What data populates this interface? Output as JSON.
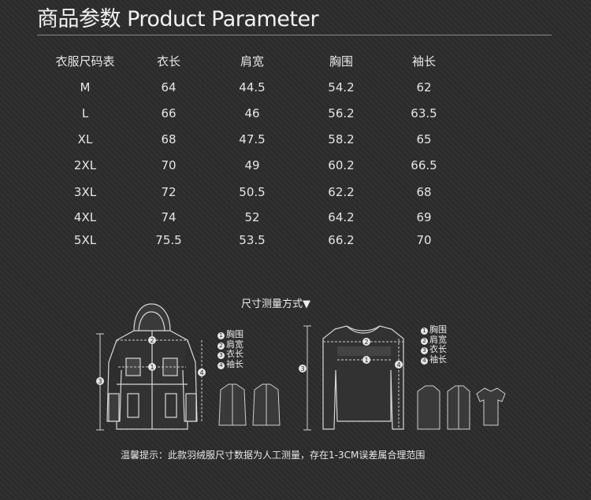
{
  "title": "商品参数 Product Parameter",
  "size_table": {
    "headers": [
      "衣服尺码表",
      "衣长",
      "肩宽",
      "胸围",
      "袖长"
    ],
    "rows": [
      [
        "M",
        "64",
        "44.5",
        "54.2",
        "62"
      ],
      [
        "L",
        "66",
        "46",
        "56.2",
        "63.5"
      ],
      [
        "XL",
        "68",
        "47.5",
        "58.2",
        "65"
      ],
      [
        "2XL",
        "70",
        "49",
        "60.2",
        "66.5"
      ],
      [
        "3XL",
        "72",
        "50.5",
        "62.2",
        "68"
      ],
      [
        "4XL",
        "74",
        "52",
        "64.2",
        "69"
      ],
      [
        "5XL",
        "75.5",
        "53.5",
        "66.2",
        "70"
      ]
    ]
  },
  "measurement": {
    "heading": "尺寸测量方式▼",
    "legend": [
      {
        "num": "1",
        "label": "胸围"
      },
      {
        "num": "2",
        "label": "肩宽"
      },
      {
        "num": "3",
        "label": "衣长"
      },
      {
        "num": "4",
        "label": "袖长"
      }
    ],
    "icons": [
      "jacket-diagram-icon",
      "sweater-diagram-icon",
      "jacket-thumbnail-icon",
      "tshirt-thumbnail-icon"
    ]
  },
  "note": "温馨提示：此款羽绒服尺寸数据为人工测量，存在1-3CM误差属合理范围"
}
